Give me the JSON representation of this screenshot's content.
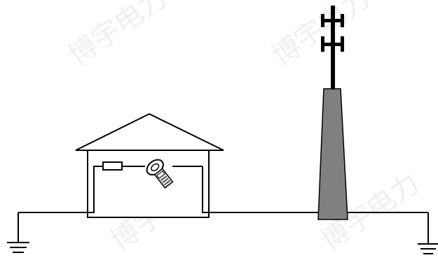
{
  "diagram": {
    "kind": "cell-tower-grounding-clamp-measurement",
    "components": [
      "ground-symbol-left",
      "house",
      "resistor",
      "clamp-meter",
      "cell-tower",
      "ground-symbol-right"
    ],
    "colors": {
      "line": "#000000",
      "tower_body": "#808080",
      "roof_fill": "#ffffff",
      "meter_fill": "#d9d9d9",
      "background": "#ffffff"
    }
  },
  "watermark": {
    "text": "博宇电力"
  }
}
